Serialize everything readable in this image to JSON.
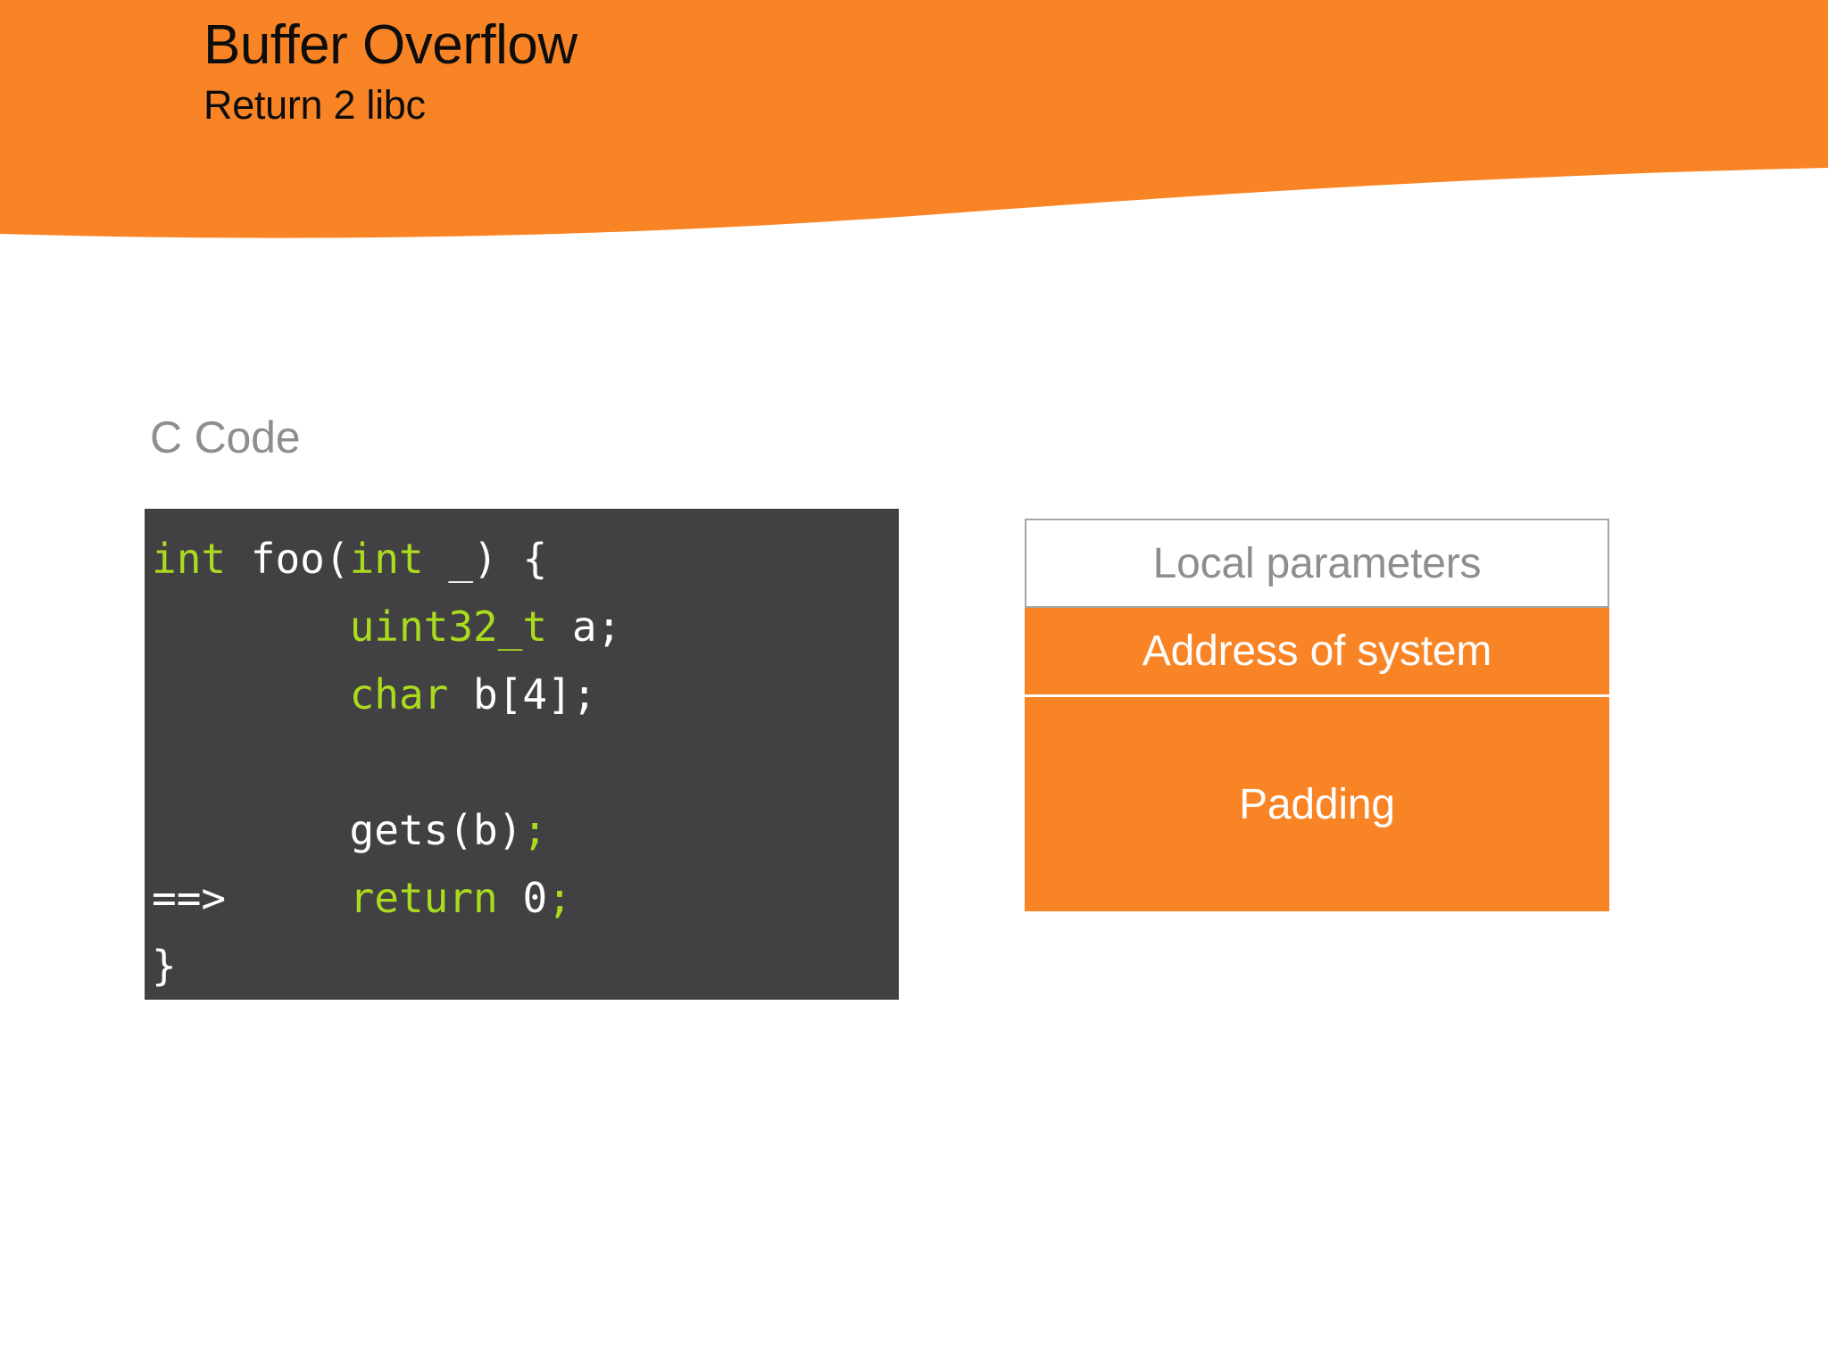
{
  "theme": {
    "accent_orange": "#F98425",
    "code_background": "#414042",
    "keyword_green": "#AADB1E",
    "muted_gray": "#8E8E8E",
    "text_white": "#FFFFFF",
    "title_black": "#0D0D0D"
  },
  "header": {
    "title": "Buffer Overflow",
    "subtitle": "Return 2 libc"
  },
  "content": {
    "code_section_label": "C Code",
    "code": {
      "lines": [
        {
          "marker": "",
          "segments": [
            {
              "text": "int",
              "style": "keyword"
            },
            {
              "text": " foo(",
              "style": "plain"
            },
            {
              "text": "int",
              "style": "keyword"
            },
            {
              "text": " _) {",
              "style": "plain"
            }
          ]
        },
        {
          "marker": "",
          "segments": [
            {
              "text": "        ",
              "style": "plain"
            },
            {
              "text": "uint32_t",
              "style": "keyword"
            },
            {
              "text": " a;",
              "style": "plain"
            }
          ]
        },
        {
          "marker": "",
          "segments": [
            {
              "text": "        ",
              "style": "plain"
            },
            {
              "text": "char",
              "style": "keyword"
            },
            {
              "text": " b[4];",
              "style": "plain"
            }
          ]
        },
        {
          "marker": "",
          "segments": [
            {
              "text": " ",
              "style": "plain"
            }
          ]
        },
        {
          "marker": "",
          "segments": [
            {
              "text": "        gets(b)",
              "style": "plain"
            },
            {
              "text": ";",
              "style": "keyword"
            }
          ]
        },
        {
          "marker": "==>",
          "segments": [
            {
              "text": "==>",
              "style": "plain"
            },
            {
              "text": "     ",
              "style": "plain"
            },
            {
              "text": "return",
              "style": "keyword"
            },
            {
              "text": " 0",
              "style": "plain"
            },
            {
              "text": ";",
              "style": "keyword"
            }
          ]
        },
        {
          "marker": "",
          "segments": [
            {
              "text": "}",
              "style": "plain"
            }
          ]
        }
      ],
      "plain_text": "int foo(int _) {\n        uint32_t a;\n        char b[4];\n\n        gets(b);\n==>     return 0;\n}"
    },
    "stack_diagram": {
      "cells": [
        {
          "label": "Local parameters",
          "fill": "white",
          "text_color": "#8E8E8E"
        },
        {
          "label": "Address of system",
          "fill": "#F98425",
          "text_color": "#FFFFFF"
        },
        {
          "label": "Padding",
          "fill": "#F98425",
          "text_color": "#FFFFFF"
        }
      ]
    }
  }
}
